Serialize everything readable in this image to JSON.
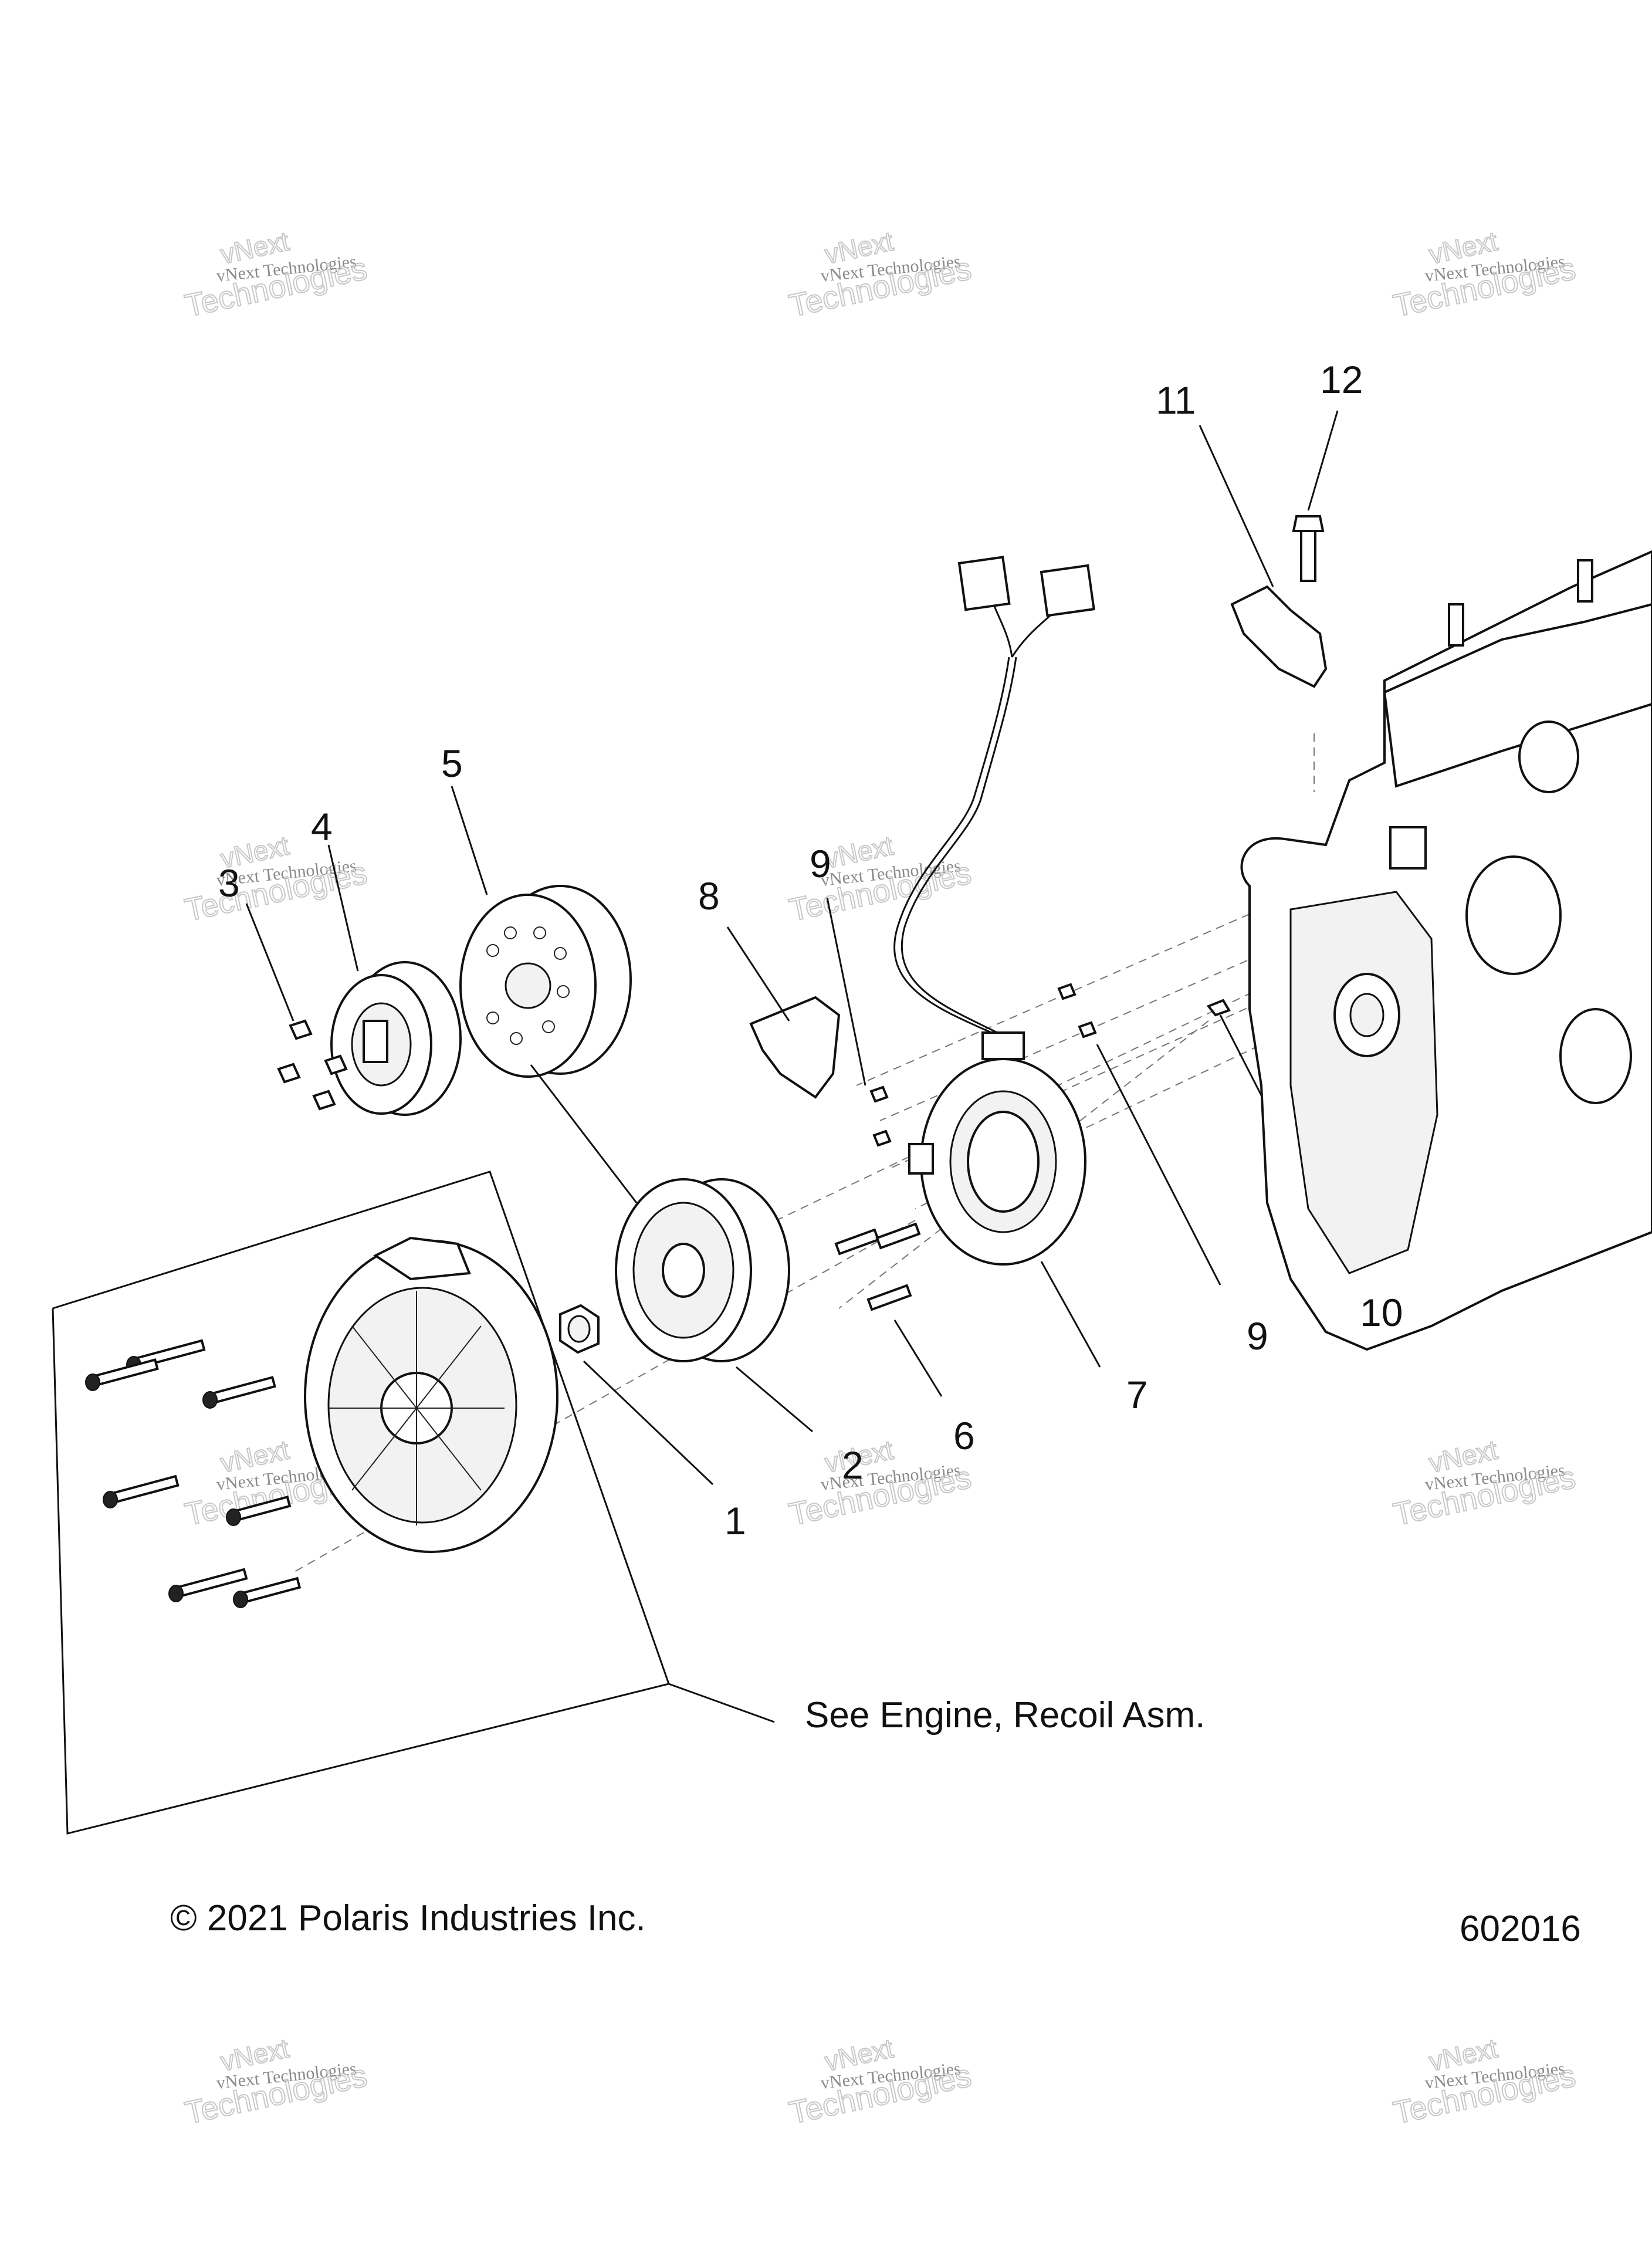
{
  "callouts": {
    "c1": "1",
    "c2": "2",
    "c3": "3",
    "c4": "4",
    "c5": "5",
    "c6": "6",
    "c7": "7",
    "c8": "8",
    "c9a": "9",
    "c9b": "9",
    "c10": "10",
    "c11": "11",
    "c12": "12"
  },
  "notes": {
    "see_engine": "See Engine, Recoil Asm.",
    "copyright": "© 2021 Polaris Industries Inc.",
    "figure_number": "602016"
  },
  "watermark": {
    "line1": "vNext Technologies",
    "line2": "Technologies",
    "line3": "vNext"
  }
}
